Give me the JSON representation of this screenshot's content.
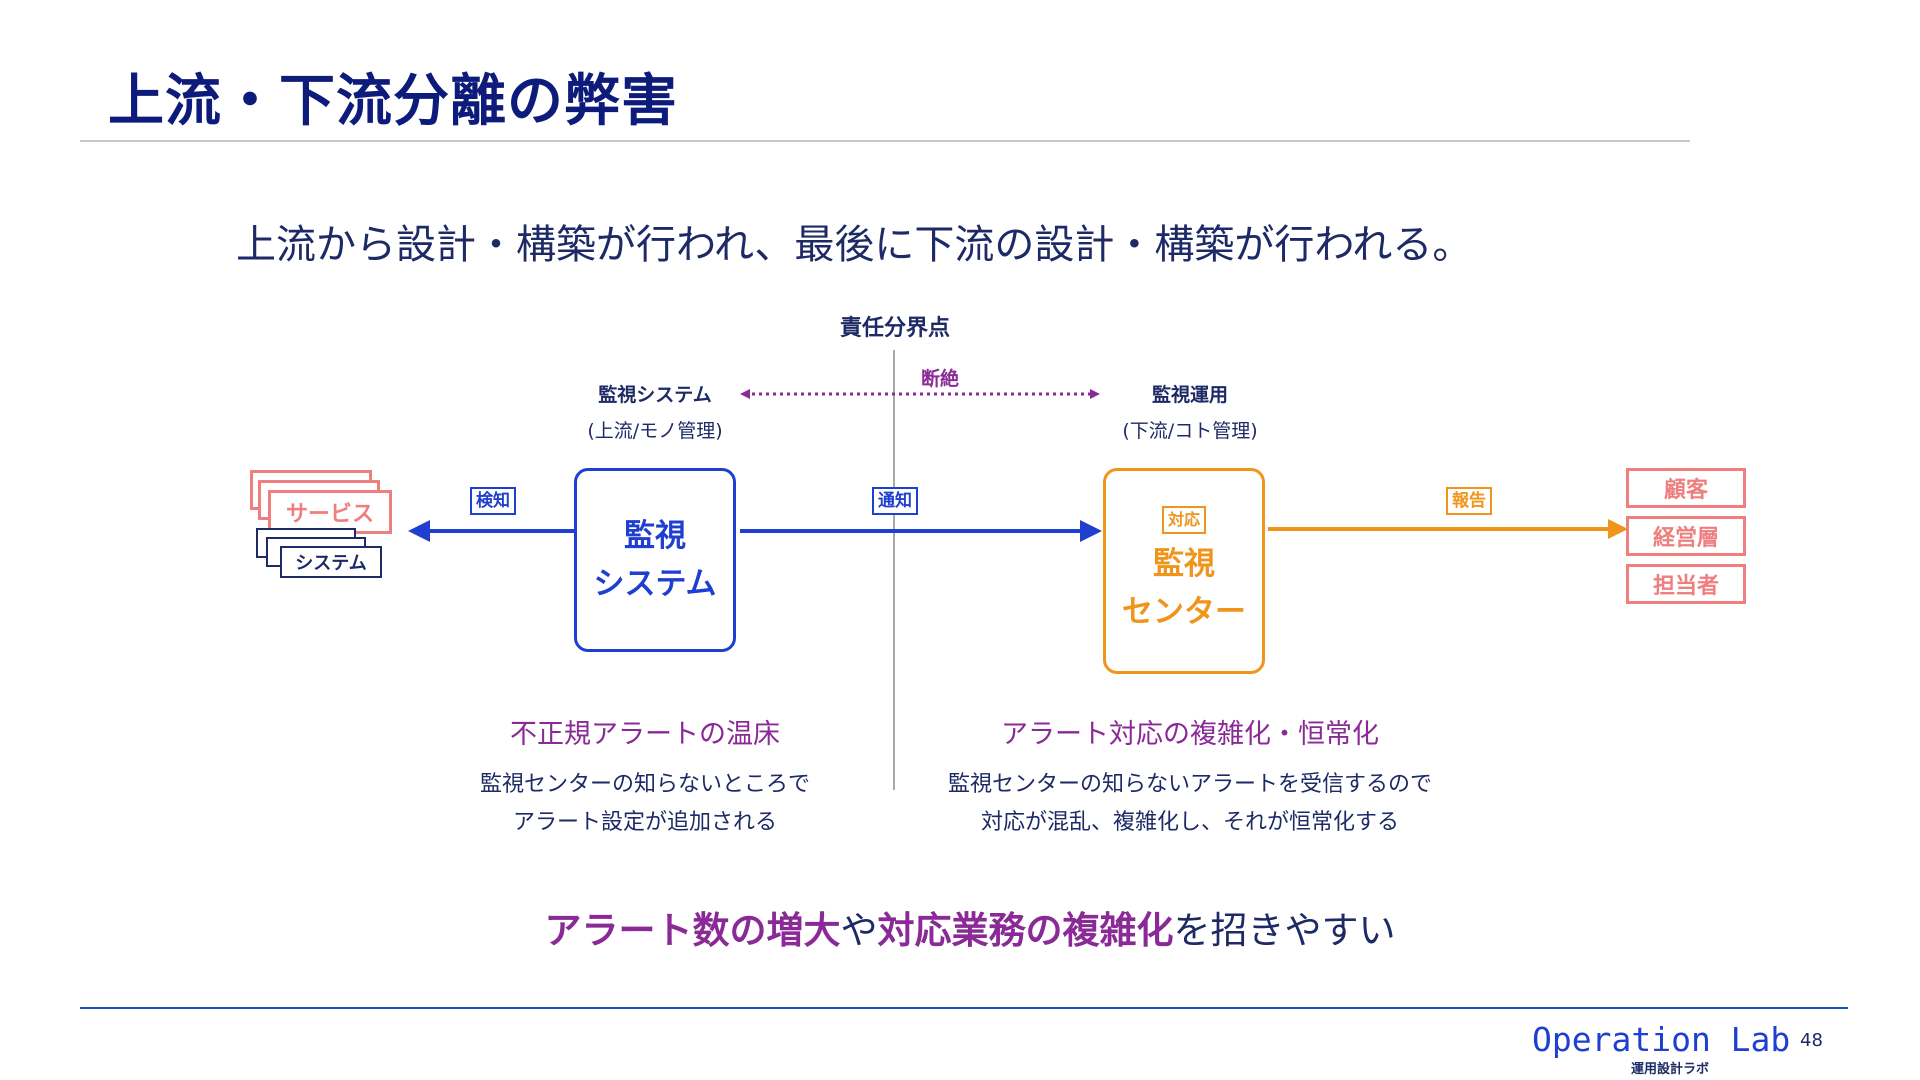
{
  "title": "上流・下流分離の弊害",
  "lead": "上流から設計・構築が行われ、最後に下流の設計・構築が行われる。",
  "boundary": {
    "label": "責任分界点",
    "disconnect": "断絶"
  },
  "upstream": {
    "heading": "監視システム",
    "sub": "(上流/モノ管理)",
    "box_line1": "監視",
    "box_line2": "システム",
    "detect_tag": "検知",
    "service_label": "サービス",
    "system_label": "システム"
  },
  "downstream": {
    "heading": "監視運用",
    "sub": "(下流/コト管理)",
    "response_tag": "対応",
    "box_line1": "監視",
    "box_line2": "センター",
    "notify_tag": "通知",
    "report_tag": "報告"
  },
  "customers": [
    "顧客",
    "経営層",
    "担当者"
  ],
  "problems": [
    {
      "head": "不正規アラートの温床",
      "desc1": "監視センターの知らないところで",
      "desc2": "アラート設定が追加される"
    },
    {
      "head": "アラート対応の複雑化・恒常化",
      "desc1": "監視センターの知らないアラートを受信するので",
      "desc2": "対応が混乱、複雑化し、それが恒常化する"
    }
  ],
  "conclusion": {
    "part1": "アラート数の増大",
    "part2": "や",
    "part3": "対応業務の複雑化",
    "part4": "を招きやすい"
  },
  "footer": {
    "brand": "Operation Lab",
    "brand_sub": "運用設計ラボ",
    "page": "48"
  },
  "colors": {
    "navy": "#0d1b7a",
    "blue": "#1f3fd0",
    "orange": "#f0951c",
    "purple": "#8a2a96",
    "salmon": "#ef7f7f"
  }
}
